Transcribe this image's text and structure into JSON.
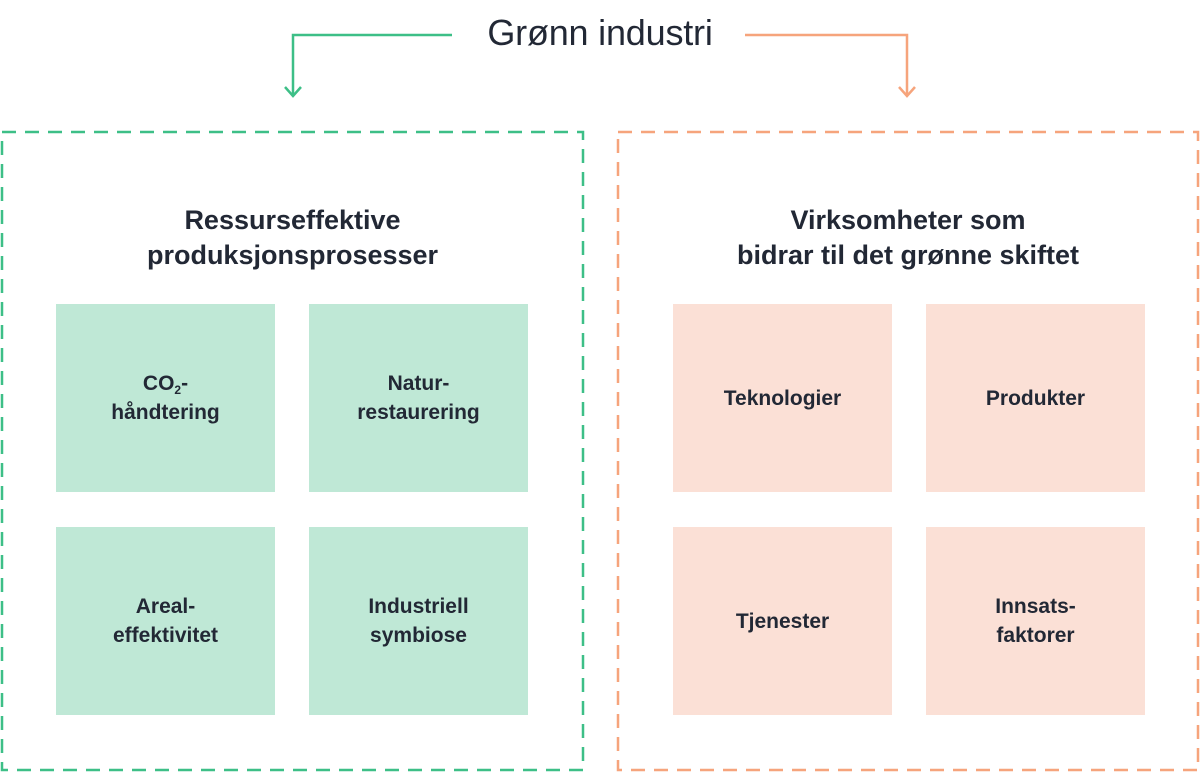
{
  "title": "Grønn industri",
  "colors": {
    "green_accent": "#3dbf87",
    "green_tile": "#bfe8d6",
    "orange_accent": "#f6a47c",
    "orange_tile": "#fbe0d6",
    "text": "#222835"
  },
  "left_panel": {
    "title_line1": "Ressurseffektive",
    "title_line2": "produksjonsprosesser",
    "tiles": [
      {
        "line1_main": "CO",
        "line1_sub": "2",
        "line1_suffix": "-",
        "line2": "håndtering"
      },
      {
        "line1": "Natur-",
        "line2": "restaurering"
      },
      {
        "line1": "Areal-",
        "line2": "effektivitet"
      },
      {
        "line1": "Industriell",
        "line2": "symbiose"
      }
    ]
  },
  "right_panel": {
    "title_line1": "Virksomheter som",
    "title_line2": "bidrar til det grønne skiftet",
    "tiles": [
      {
        "line1": "Teknologier"
      },
      {
        "line1": "Produkter"
      },
      {
        "line1": "Tjenester"
      },
      {
        "line1": "Innsats-",
        "line2": "faktorer"
      }
    ]
  }
}
